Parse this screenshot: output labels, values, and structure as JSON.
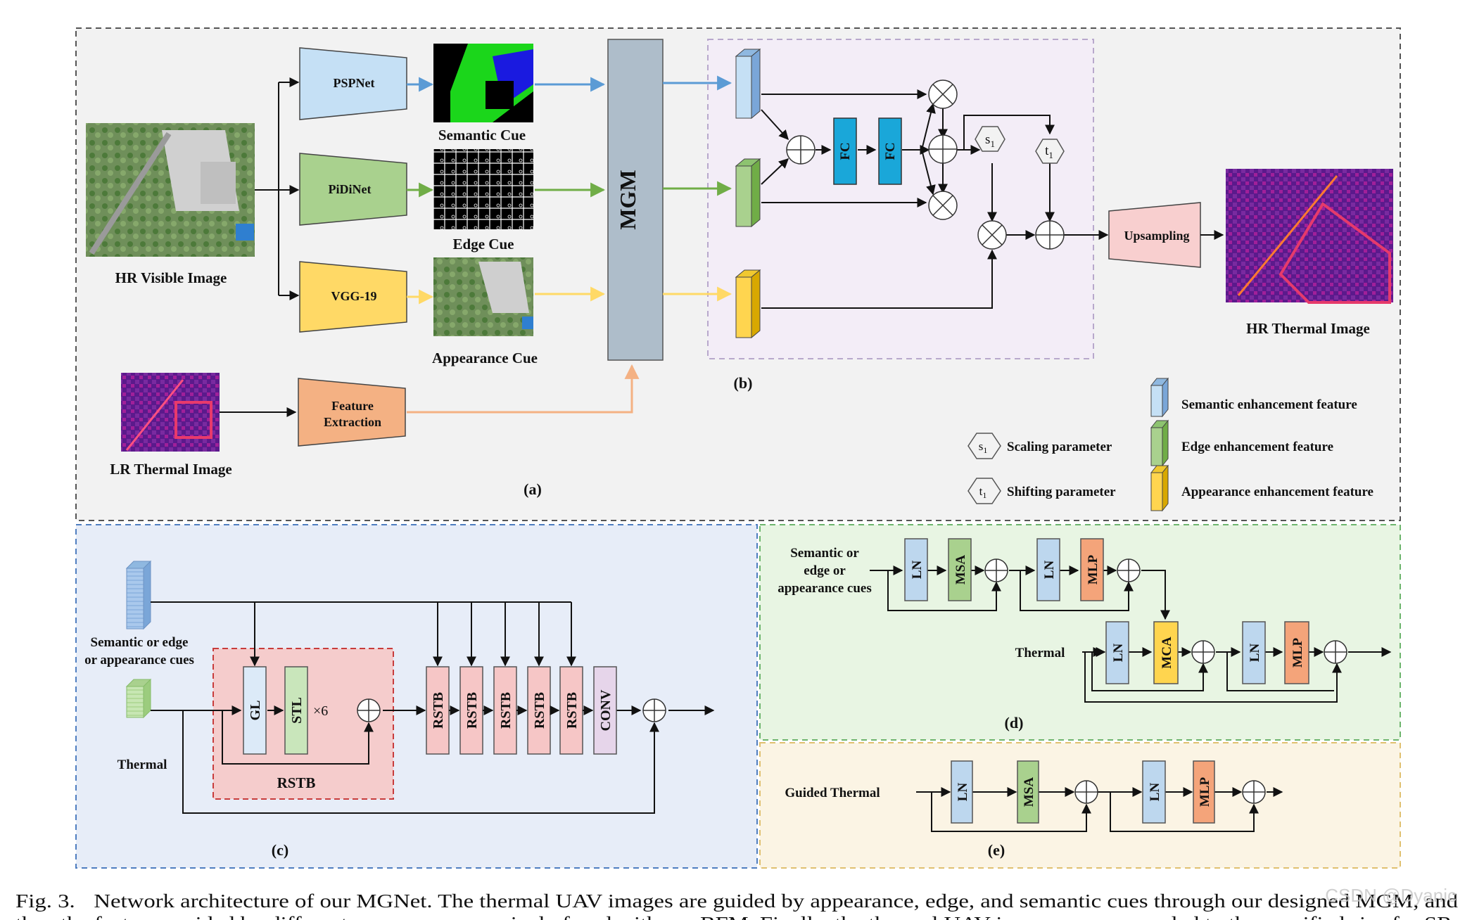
{
  "panel_a": {
    "inputs": {
      "hr_visible": "HR Visible Image",
      "lr_thermal": "LR Thermal Image"
    },
    "networks": {
      "pspnet": "PSPNet",
      "pidinet": "PiDiNet",
      "vgg19": "VGG-19",
      "feature_extraction": [
        "Feature",
        "Extraction"
      ]
    },
    "cues": {
      "semantic": "Semantic Cue",
      "edge": "Edge Cue",
      "appearance": "Appearance Cue"
    },
    "mgm": "MGM",
    "label": "(a)"
  },
  "panel_b": {
    "fc1": "FC",
    "fc2": "FC",
    "s_param": "s",
    "t_param": "t",
    "param_subscript": "1",
    "upsampling": "Upsampling",
    "output": "HR Thermal Image",
    "label": "(b)"
  },
  "legend": {
    "scaling": "Scaling parameter",
    "shifting": "Shifting parameter",
    "semantic_feature": "Semantic enhancement feature",
    "edge_feature": "Edge enhancement feature",
    "appearance_feature": "Appearance enhancement feature"
  },
  "panel_c": {
    "cue_label": [
      "Semantic or edge",
      "or appearance cues"
    ],
    "thermal": "Thermal",
    "gl": "GL",
    "stl": "STL",
    "times": "×6",
    "rstb_group": "RSTB",
    "rstb_blocks": [
      "RSTB",
      "RSTB",
      "RSTB",
      "RSTB",
      "RSTB"
    ],
    "conv": "CONV",
    "label": "(c)"
  },
  "panel_d": {
    "cue_label": [
      "Semantic or",
      "edge or",
      "appearance cues"
    ],
    "thermal": "Thermal",
    "ln": "LN",
    "msa": "MSA",
    "mlp": "MLP",
    "mca": "MCA",
    "label": "(d)"
  },
  "panel_e": {
    "input": "Guided Thermal",
    "ln": "LN",
    "msa": "MSA",
    "mlp": "MLP",
    "label": "(e)"
  },
  "caption": {
    "fig": "Fig. 3.",
    "line1": "Network architecture of our MGNet. The thermal UAV images are guided by appearance, edge, and semantic cues through our designed MGM, and",
    "line2": "then the features guided by different cues are progressively fused with our BFM. Finally, the thermal UAV images are upsampled to the specified size for SR."
  },
  "watermark": "CSDN @Dyanic",
  "colors": {
    "blue": "#5b9bd5",
    "green": "#70ad47",
    "yellow": "#ffd966",
    "orange": "#f4b183",
    "mgm": "#aebdca",
    "fc": "#1aa7d9",
    "ln": "#bdd7ee",
    "msa": "#a9d18e",
    "mlp": "#f4a47a",
    "mca": "#ffd54f"
  }
}
